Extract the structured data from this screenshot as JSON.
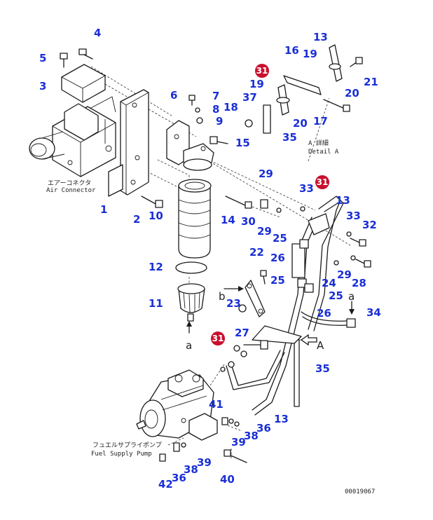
{
  "diagram": {
    "parts": [
      {
        "id": "p1",
        "num": "1"
      },
      {
        "id": "p2",
        "num": "2"
      },
      {
        "id": "p3",
        "num": "3"
      },
      {
        "id": "p4",
        "num": "4"
      },
      {
        "id": "p5",
        "num": "5"
      },
      {
        "id": "p6",
        "num": "6"
      },
      {
        "id": "p7",
        "num": "7"
      },
      {
        "id": "p8",
        "num": "8"
      },
      {
        "id": "p9",
        "num": "9"
      },
      {
        "id": "p10",
        "num": "10"
      },
      {
        "id": "p11",
        "num": "11"
      },
      {
        "id": "p12",
        "num": "12"
      },
      {
        "id": "p13a",
        "num": "13"
      },
      {
        "id": "p13b",
        "num": "13"
      },
      {
        "id": "p13c",
        "num": "13"
      },
      {
        "id": "p14",
        "num": "14"
      },
      {
        "id": "p15",
        "num": "15"
      },
      {
        "id": "p16",
        "num": "16"
      },
      {
        "id": "p17",
        "num": "17"
      },
      {
        "id": "p18",
        "num": "18"
      },
      {
        "id": "p19a",
        "num": "19"
      },
      {
        "id": "p19b",
        "num": "19"
      },
      {
        "id": "p20a",
        "num": "20"
      },
      {
        "id": "p20b",
        "num": "20"
      },
      {
        "id": "p21",
        "num": "21"
      },
      {
        "id": "p22",
        "num": "22"
      },
      {
        "id": "p23",
        "num": "23"
      },
      {
        "id": "p24",
        "num": "24"
      },
      {
        "id": "p25a",
        "num": "25"
      },
      {
        "id": "p25b",
        "num": "25"
      },
      {
        "id": "p25c",
        "num": "25"
      },
      {
        "id": "p26a",
        "num": "26"
      },
      {
        "id": "p26b",
        "num": "26"
      },
      {
        "id": "p27",
        "num": "27"
      },
      {
        "id": "p28",
        "num": "28"
      },
      {
        "id": "p29a",
        "num": "29"
      },
      {
        "id": "p29b",
        "num": "29"
      },
      {
        "id": "p29c",
        "num": "29"
      },
      {
        "id": "p30",
        "num": "30"
      },
      {
        "id": "p32",
        "num": "32"
      },
      {
        "id": "p33a",
        "num": "33"
      },
      {
        "id": "p33b",
        "num": "33"
      },
      {
        "id": "p34",
        "num": "34"
      },
      {
        "id": "p35a",
        "num": "35"
      },
      {
        "id": "p35b",
        "num": "35"
      },
      {
        "id": "p36a",
        "num": "36"
      },
      {
        "id": "p36b",
        "num": "36"
      },
      {
        "id": "p37",
        "num": "37"
      },
      {
        "id": "p38a",
        "num": "38"
      },
      {
        "id": "p38b",
        "num": "38"
      },
      {
        "id": "p39a",
        "num": "39"
      },
      {
        "id": "p39b",
        "num": "39"
      },
      {
        "id": "p40",
        "num": "40"
      },
      {
        "id": "p41",
        "num": "41"
      },
      {
        "id": "p42",
        "num": "42"
      }
    ],
    "badges": [
      {
        "id": "b1",
        "num": "31"
      },
      {
        "id": "b2",
        "num": "31"
      },
      {
        "id": "b3",
        "num": "31"
      }
    ],
    "labels": {
      "air_connector_jp": "エアーコネクタ",
      "air_connector_en": "Air Connector",
      "detail_a_jp": "A 詳細",
      "detail_a_en": "Detail A",
      "fuel_pump_jp": "フュエルサプライポンプ",
      "fuel_pump_en": "Fuel Supply Pump",
      "drawing_no": "00019067"
    },
    "markers": {
      "a_lower": "a",
      "b_left": "b",
      "a_right": "a",
      "view_a": "A"
    }
  }
}
